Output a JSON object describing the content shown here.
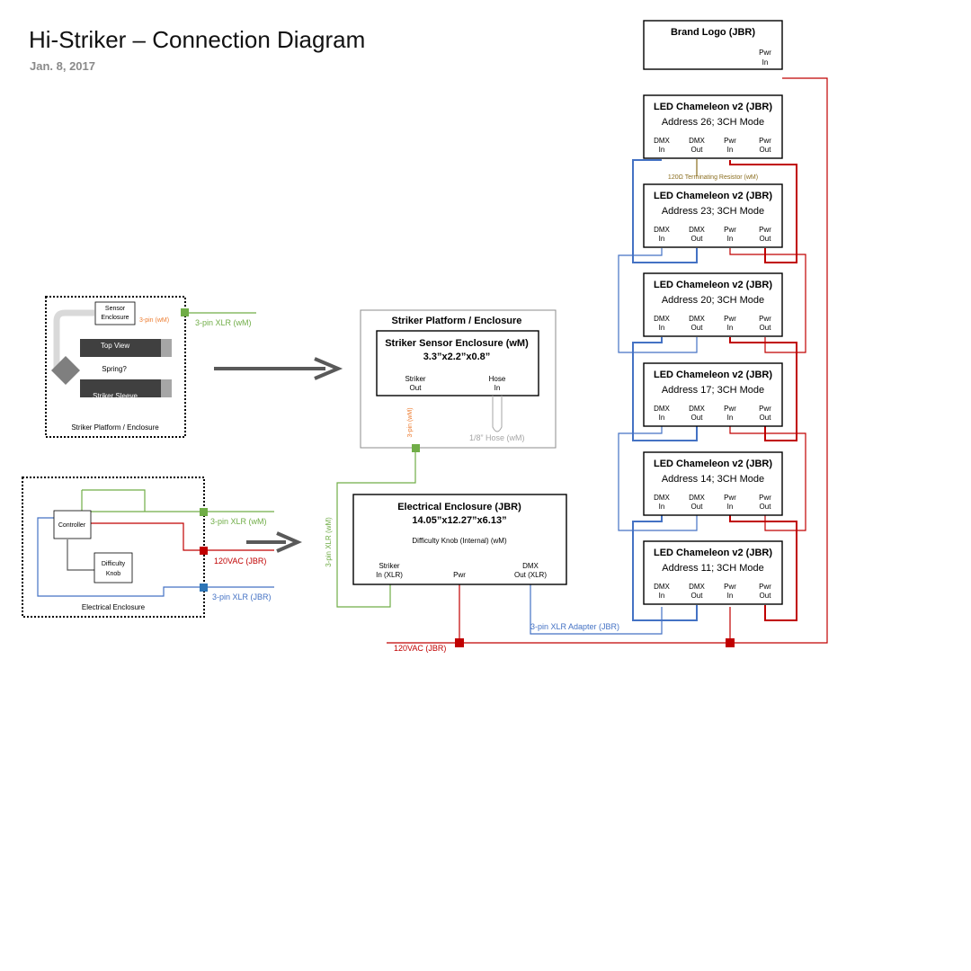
{
  "header": {
    "title": "Hi-Striker – Connection Diagram",
    "date": "Jan. 8, 2017"
  },
  "colors": {
    "power": "#c00000",
    "dmx": "#4472c4",
    "xlr": "#70ad47",
    "sensor": "#ed7d31",
    "hose": "#a6a6a6",
    "arrow": "#595959",
    "box_border": "#000000"
  },
  "legend_platform": {
    "sensor_box": [
      "Sensor",
      "Enclosure"
    ],
    "cable": "3-pin (wM)",
    "xlr": "3-pin XLR (wM)",
    "top_view": "Top View",
    "spring": "Spring?",
    "sleeve": "Striker Sleeve",
    "caption": "Striker Platform / Enclosure"
  },
  "legend_electrical": {
    "controller": "Controller",
    "knob": [
      "Difficulty",
      "Knob"
    ],
    "xlr_green": "3-pin XLR (wM)",
    "power": "120VAC (JBR)",
    "xlr_blue": "3-pin XLR (JBR)",
    "caption": "Electrical Enclosure"
  },
  "platform": {
    "title": "Striker Platform / Enclosure",
    "sensor_title": "Striker Sensor Enclosure (wM)",
    "sensor_dims": "3.3”x2.2”x0.8”",
    "port_striker": [
      "Striker",
      "Out"
    ],
    "port_hose": [
      "Hose",
      "In"
    ],
    "cable": "3-pin (wM)",
    "hose": "1/8” Hose (wM)"
  },
  "electrical": {
    "title": "Electrical Enclosure (JBR)",
    "dims": "14.05”x12.27”x6.13”",
    "knob": "Difficulty Knob (Internal) (wM)",
    "port_striker": [
      "Striker",
      "In (XLR)"
    ],
    "port_pwr": "Pwr",
    "port_dmx": [
      "DMX",
      "Out (XLR)"
    ],
    "xlr_link": "3-pin XLR (wM)",
    "adapter": "3-pin XLR Adapter (JBR)",
    "power": "120VAC (JBR)"
  },
  "brand": {
    "title": "Brand Logo (JBR)",
    "port": [
      "Pwr",
      "In"
    ]
  },
  "terminator": "120Ω Terminating Resistor (wM)",
  "leds": [
    {
      "title": "LED Chameleon v2 (JBR)",
      "address": "Address 26; 3CH Mode"
    },
    {
      "title": "LED Chameleon v2 (JBR)",
      "address": "Address 23; 3CH Mode"
    },
    {
      "title": "LED Chameleon v2 (JBR)",
      "address": "Address 20; 3CH Mode"
    },
    {
      "title": "LED Chameleon v2 (JBR)",
      "address": "Address 17; 3CH Mode"
    },
    {
      "title": "LED Chameleon v2 (JBR)",
      "address": "Address 14; 3CH Mode"
    },
    {
      "title": "LED Chameleon v2 (JBR)",
      "address": "Address 11; 3CH Mode"
    }
  ],
  "led_ports": [
    [
      "DMX",
      "In"
    ],
    [
      "DMX",
      "Out"
    ],
    [
      "Pwr",
      "In"
    ],
    [
      "Pwr",
      "Out"
    ]
  ]
}
